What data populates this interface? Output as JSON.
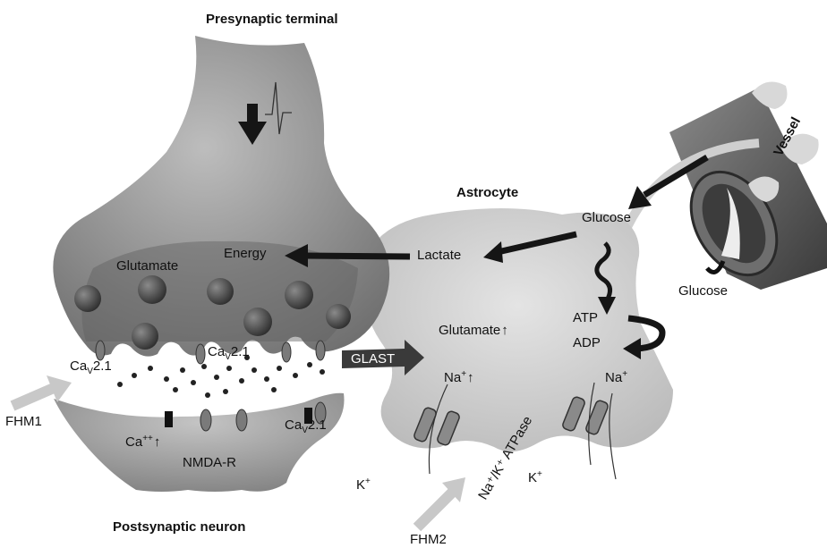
{
  "labels": {
    "presynaptic_terminal": "Presynaptic terminal",
    "astrocyte": "Astrocyte",
    "vessel": "Vessel",
    "postsynaptic_neuron": "Postsynaptic neuron",
    "glucose_astrocyte": "Glucose",
    "glucose_vessel": "Glucose",
    "lactate": "Lactate",
    "energy": "Energy",
    "glutamate_presynaptic": "Glutamate",
    "glutamate_astrocyte": "Glutamate",
    "atp": "ATP",
    "adp": "ADP",
    "glast": "GLAST",
    "na_astrocyte_left": "Na",
    "na_astrocyte_right": "Na",
    "k_left": "K",
    "k_right": "K",
    "pump": "Na⁺/K⁺ ATPase",
    "fhm1": "FHM1",
    "fhm2": "FHM2",
    "nmda_r": "NMDA-R",
    "ca_post": "Ca",
    "cav_left_a": "Ca",
    "cav_left_b": "2.1",
    "cav_mid_a": "Ca",
    "cav_mid_b": "2.1",
    "cav_post_a": "Ca",
    "cav_post_b": "2.1"
  },
  "symbols": {
    "v_subscript": "V",
    "plus_superscript": "+",
    "double_plus_superscript": "++",
    "up_arrow": "↑"
  },
  "colors": {
    "presynaptic_fill": "#9c9c9c",
    "presynaptic_dark": "#5e5e5e",
    "astrocyte_fill": "#cfcfcf",
    "postsynaptic_fill": "#a6a6a6",
    "vesicle": "#4a4a4a",
    "arrow_black": "#151515",
    "fhm_arrow": "#c8c8c8",
    "vessel_fill": "#5a5a5a"
  }
}
